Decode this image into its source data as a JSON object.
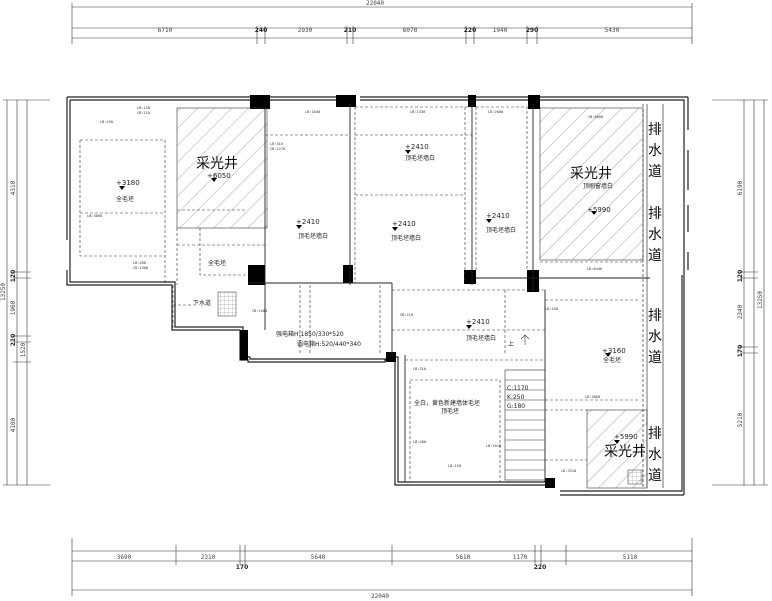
{
  "drawing": {
    "total_width": "22040",
    "top_dims": [
      "6710",
      "240",
      "2930",
      "210",
      "6070",
      "220",
      "1940",
      "290",
      "5430"
    ],
    "bottom_dims": [
      "3690",
      "2310",
      "170",
      "5640",
      "5610",
      "220",
      "1170",
      "5110"
    ],
    "left_dims": [
      "4310",
      "120",
      "1960",
      "210",
      "1520",
      "4100",
      "13250"
    ],
    "right_dims": [
      "6190",
      "120",
      "2340",
      "170",
      "5210",
      "13250"
    ]
  },
  "big_labels": {
    "skylight": "采光井",
    "drain": [
      "排",
      "水",
      "道"
    ]
  },
  "elevations": {
    "e6050": "+6050",
    "e5990": "+5990",
    "e3180": "+3180",
    "e3160": "+3160",
    "e2410": "+2410"
  },
  "room_notes": {
    "whole_rough": "全毛坯",
    "ceiling_rough": "顶毛坯墙白",
    "top_skylight_note": "顶刷窗墙白",
    "down_pipe": "下水道",
    "yellow_note": "全白，黄色新建墙体毛坯",
    "yellow_note_2": "顶毛坯",
    "strong_box": "强电箱H:1850/330*520",
    "weak_box": "弱电箱H:520/440*340",
    "cabinet": [
      "C:1170",
      "K:250",
      "G:180"
    ],
    "up": "上"
  },
  "mini_tags": {
    "t1": "LB:150",
    "t2": "CB:210",
    "t3": "LB:430",
    "t4": "LB:3660",
    "t5": "LB:280",
    "t6": "CB:1400",
    "t7": "LB:310",
    "t8": "CB:1270",
    "t9": "LB:1040",
    "t10": "LB:1330",
    "t11": "LB:2600",
    "t12": "CB:6800",
    "t13": "LB:1010",
    "t14": "LB:6440",
    "t15": "LB:3310"
  },
  "colors": {
    "wall": "#000000",
    "line": "#222222",
    "dash": "#333333",
    "hatch": "#555555"
  }
}
